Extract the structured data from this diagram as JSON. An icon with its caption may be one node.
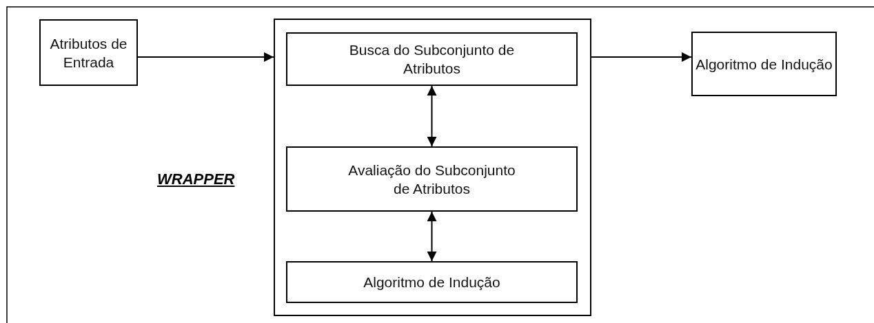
{
  "diagram": {
    "nodes": [
      {
        "text": [
          "Atributos de Entrada"
        ]
      },
      {
        "text": [],
        "shape": "box"
      },
      {
        "text": [
          "Busca do Subconjunto de Atributos"
        ],
        "in": 1
      },
      {
        "text": [
          "Avaliação do Subconjunto de Atributos"
        ],
        "in": 1
      },
      {
        "text": [
          "Algoritmo de Indução"
        ],
        "in": 1
      },
      {
        "text": [
          "Algoritmo de Indução"
        ]
      }
    ],
    "edges": [
      {
        "from": 0,
        "to": 1,
        "arrow": "to"
      },
      {
        "from": 1,
        "to": 5,
        "arrow": "to"
      },
      {
        "from": 2,
        "to": 3,
        "arrow": "both"
      },
      {
        "from": 3,
        "to": 4,
        "arrow": "both"
      }
    ],
    "labels": [
      "WRAPPER"
    ]
  }
}
